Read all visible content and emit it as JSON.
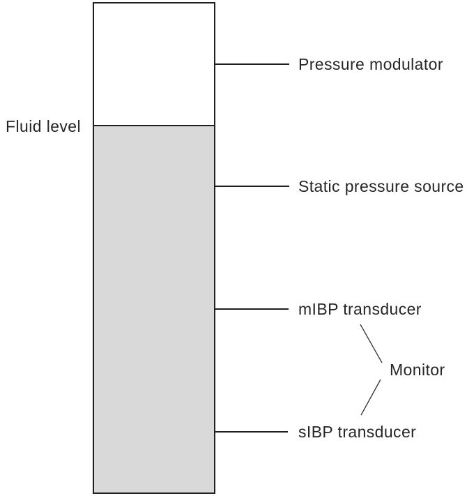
{
  "figure": {
    "fluid_level_label": "Fluid level",
    "column_labels": [
      {
        "id": "pressure-modulator",
        "text": "Pressure modulator"
      },
      {
        "id": "static-pressure-source",
        "text": "Static pressure source"
      },
      {
        "id": "mibp-transducer",
        "text": "mIBP transducer"
      },
      {
        "id": "sibp-transducer",
        "text": "sIBP transducer"
      }
    ],
    "monitor_label": "Monitor",
    "colors": {
      "fluid_fill": "#d9d9d9",
      "outline": "#1f1f1f",
      "text": "#262626"
    }
  }
}
